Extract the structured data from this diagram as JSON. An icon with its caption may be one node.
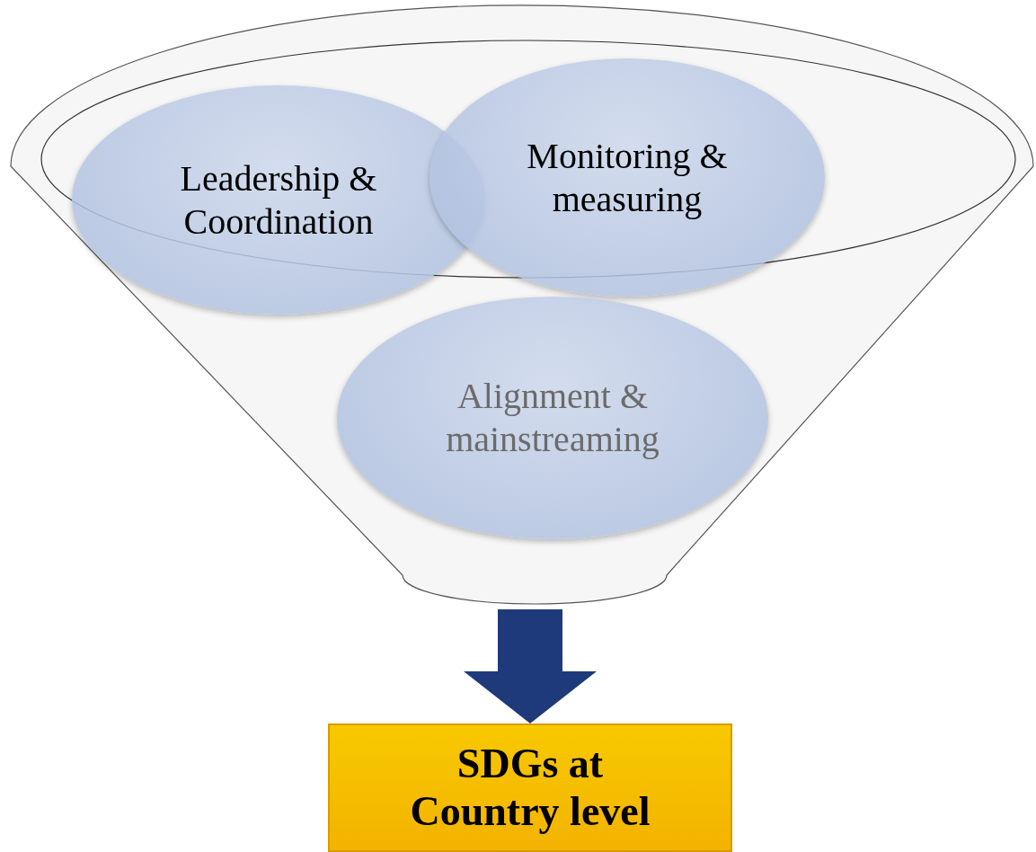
{
  "diagram": {
    "nodes": [
      {
        "text": [],
        "shape": "funnel"
      },
      {
        "text": [
          "Leadership & Coordination"
        ],
        "in": 0
      },
      {
        "text": [
          "Monitoring & measuring"
        ],
        "in": 0
      },
      {
        "text": [
          "Alignment & mainstreaming"
        ],
        "in": 0
      },
      {
        "text": [
          "SDGs at Country level"
        ]
      }
    ],
    "edges": [
      {
        "from": 0,
        "to": 4,
        "arrow": "to"
      }
    ]
  }
}
